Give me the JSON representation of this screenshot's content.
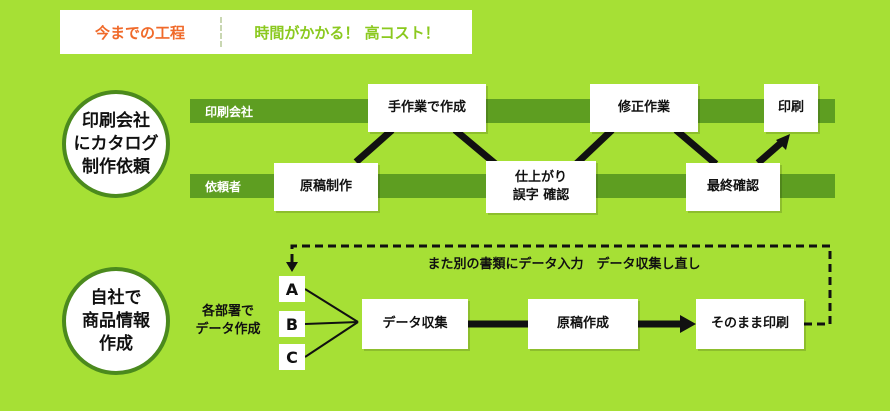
{
  "header": {
    "left_text": "今までの工程",
    "right_text": "時間がかかる！ 高コスト！"
  },
  "section1": {
    "circle": "印刷会社\nにカタログ\n制作依頼",
    "lane_top_label": "印刷会社",
    "lane_bottom_label": "依頼者",
    "boxes": {
      "b1": "手作業で作成",
      "b2": "修正作業",
      "b3": "印刷",
      "b4": "原稿制作",
      "b5": "仕上がり\n誤字 確認",
      "b6": "最終確認"
    }
  },
  "section2": {
    "circle": "自社で\n商品情報\n作成",
    "dept_label": "各部署で\nデータ作成",
    "items": [
      "A",
      "B",
      "C"
    ],
    "boxes": {
      "collect": "データ収集",
      "draft": "原稿作成",
      "print": "そのまま印刷"
    },
    "loop_label": "また別の書類にデータ入力　データ収集し直し"
  },
  "colors": {
    "background": "#a6e035",
    "lane": "#5e9e21",
    "accent_orange": "#f06a2a",
    "circle_border": "#4b8a1d"
  }
}
